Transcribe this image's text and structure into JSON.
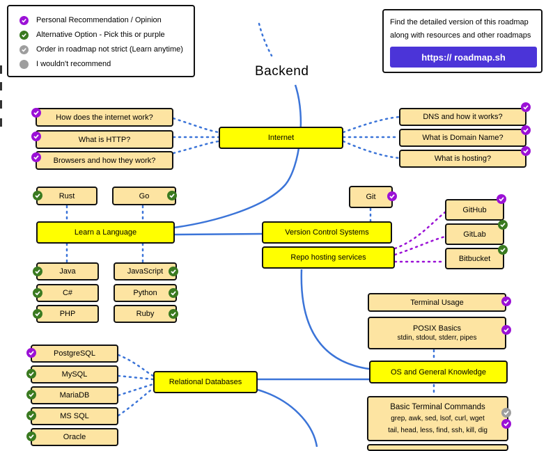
{
  "colors": {
    "personal": "#9b11d6",
    "alternative": "#3a7a20",
    "order_not_strict": "#9e9e9e",
    "not_recommended": "#9e9e9e",
    "node_beige": "#fde4a2",
    "node_yellow": "#ffff00",
    "line_blue": "#3b74d8",
    "link_button": "#4b34d8"
  },
  "legend": {
    "personal": "Personal Recommendation / Opinion",
    "alternative": "Alternative Option - Pick this or purple",
    "order": "Order in roadmap not strict (Learn anytime)",
    "not_recommended": "I wouldn't recommend"
  },
  "info": {
    "line1": "Find the detailed version of this roadmap",
    "line2": "along with resources and other roadmaps",
    "link": "https:// roadmap.sh"
  },
  "title": "Backend",
  "nodes": {
    "internet": "Internet",
    "how_internet": "How does the internet work?",
    "http": "What is HTTP?",
    "browsers": "Browsers and how they work?",
    "dns": "DNS and how it works?",
    "domain": "What is Domain Name?",
    "hosting": "What is hosting?",
    "rust": "Rust",
    "go": "Go",
    "learn_language": "Learn a Language",
    "java": "Java",
    "javascript": "JavaScript",
    "csharp": "C#",
    "python": "Python",
    "php": "PHP",
    "ruby": "Ruby",
    "git": "Git",
    "vcs": "Version Control Systems",
    "repo_hosting": "Repo hosting services",
    "github": "GitHub",
    "gitlab": "GitLab",
    "bitbucket": "Bitbucket",
    "terminal_usage": "Terminal Usage",
    "posix": "POSIX Basics",
    "posix_sub": "stdin, stdout, stderr, pipes",
    "os_knowledge": "OS and General Knowledge",
    "basic_terminal": "Basic Terminal Commands",
    "basic_terminal_sub1": "grep, awk, sed, lsof, curl, wget",
    "basic_terminal_sub2": "tail, head, less, find, ssh, kill, dig",
    "relational_db": "Relational Databases",
    "postgresql": "PostgreSQL",
    "mysql": "MySQL",
    "mariadb": "MariaDB",
    "mssql": "MS SQL",
    "oracle": "Oracle"
  }
}
